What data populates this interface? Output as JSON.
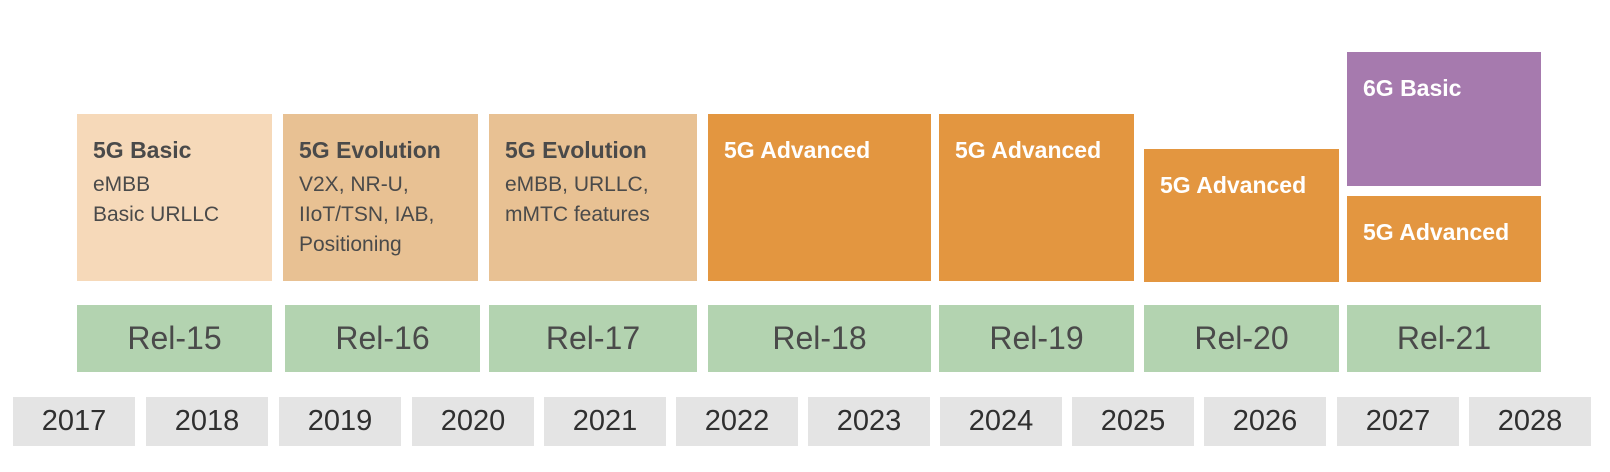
{
  "colors": {
    "light_peach": "#f6d9b9",
    "tan": "#e8c193",
    "orange": "#e39640",
    "purple": "#a67aae",
    "green": "#b3d3b0",
    "gray": "#e4e4e4",
    "dark_text": "#4a4a4a",
    "white_text": "#ffffff"
  },
  "generations": [
    {
      "title": "5G Basic",
      "detail": "eMBB\nBasic URLLC"
    },
    {
      "title": "5G Evolution",
      "detail": "V2X, NR-U,\nIIoT/TSN, IAB,\nPositioning"
    },
    {
      "title": "5G Evolution",
      "detail": "eMBB, URLLC,\nmMTC features"
    },
    {
      "title": "5G Advanced"
    },
    {
      "title": "5G Advanced"
    },
    {
      "title": "5G Advanced"
    },
    {
      "title": "6G Basic"
    },
    {
      "title": "5G Advanced"
    }
  ],
  "releases": [
    "Rel-15",
    "Rel-16",
    "Rel-17",
    "Rel-18",
    "Rel-19",
    "Rel-20",
    "Rel-21"
  ],
  "years": [
    "2017",
    "2018",
    "2019",
    "2020",
    "2021",
    "2022",
    "2023",
    "2024",
    "2025",
    "2026",
    "2027",
    "2028"
  ]
}
